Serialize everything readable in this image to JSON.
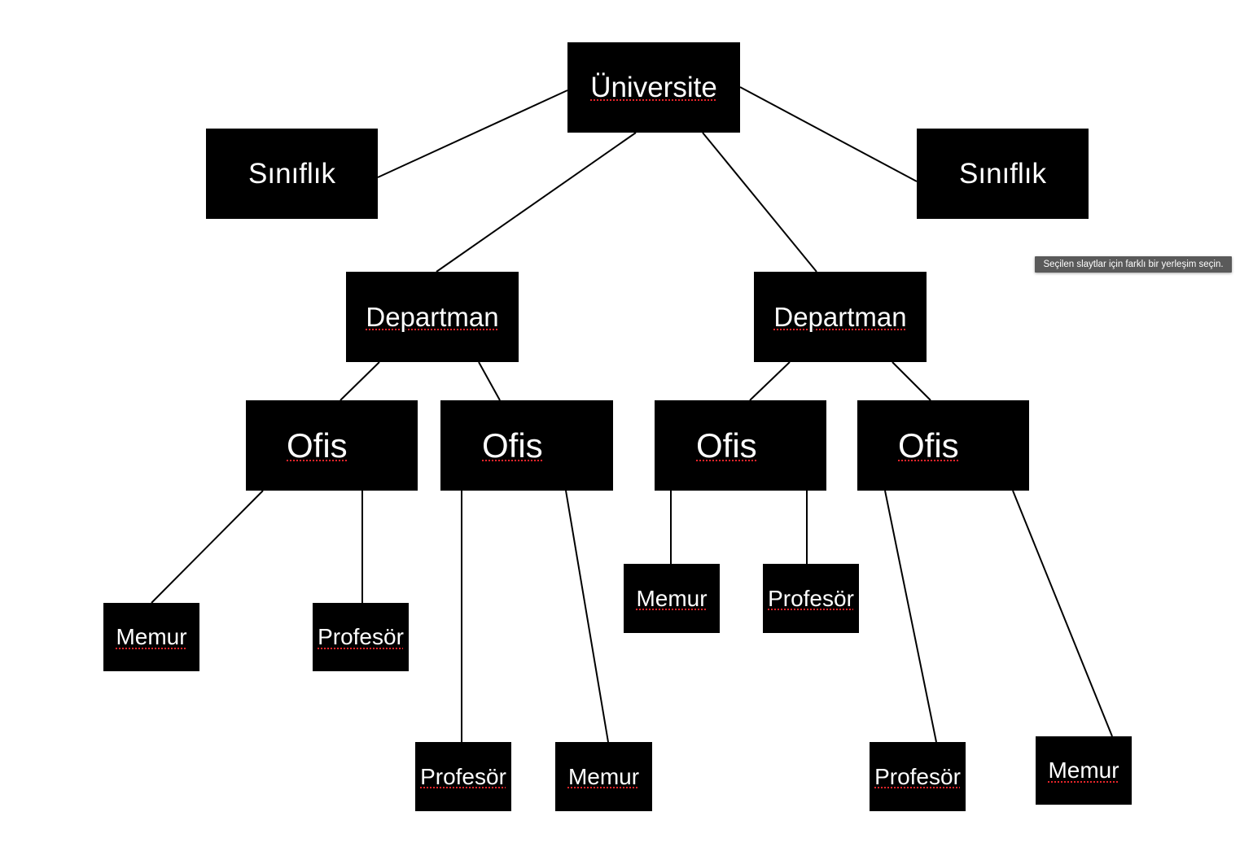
{
  "diagram": {
    "root": {
      "label": "Üniversite"
    },
    "side_left": {
      "label": "Sınıflık"
    },
    "side_right": {
      "label": "Sınıflık"
    },
    "departments": [
      {
        "label": "Departman"
      },
      {
        "label": "Departman"
      }
    ],
    "offices": [
      {
        "label": "Ofis",
        "children": [
          {
            "label": "Memur"
          },
          {
            "label": "Profesör"
          }
        ]
      },
      {
        "label": "Ofis",
        "children": [
          {
            "label": "Profesör"
          },
          {
            "label": "Memur"
          }
        ]
      },
      {
        "label": "Ofis",
        "children": [
          {
            "label": "Memur"
          },
          {
            "label": "Profesör"
          }
        ]
      },
      {
        "label": "Ofis",
        "children": [
          {
            "label": "Profesör"
          },
          {
            "label": "Memur"
          }
        ]
      }
    ]
  },
  "tooltip": {
    "text": "Seçilen slaytlar için farklı bir yerleşim seçin."
  },
  "colors": {
    "box": "#000000",
    "box_text": "#ffffff",
    "connector": "#000000",
    "spellcheck_underline": "#e5252a",
    "tooltip_bg": "#5a5a5a"
  }
}
